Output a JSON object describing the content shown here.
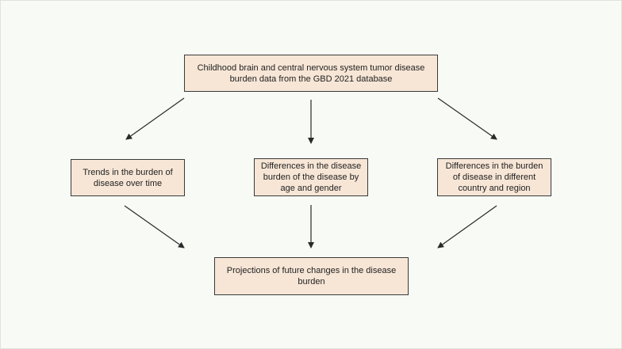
{
  "diagram": {
    "nodes": {
      "top": "Childhood brain and central nervous system tumor disease burden data from the GBD 2021 database",
      "left": "Trends in the burden of disease over time",
      "middle": "Differences in the disease burden of the disease by age and gender",
      "right": "Differences in the burden of disease in different country and region",
      "bottom": "Projections of future changes in the disease burden"
    },
    "edges": [
      {
        "from": "top",
        "to": "left"
      },
      {
        "from": "top",
        "to": "middle"
      },
      {
        "from": "top",
        "to": "right"
      },
      {
        "from": "left",
        "to": "bottom"
      },
      {
        "from": "middle",
        "to": "bottom"
      },
      {
        "from": "right",
        "to": "bottom"
      }
    ],
    "colors": {
      "node_fill": "#f7e6d6",
      "node_border": "#3a3a3a",
      "arrow": "#2a2a2a",
      "background": "#f7faf5"
    }
  }
}
